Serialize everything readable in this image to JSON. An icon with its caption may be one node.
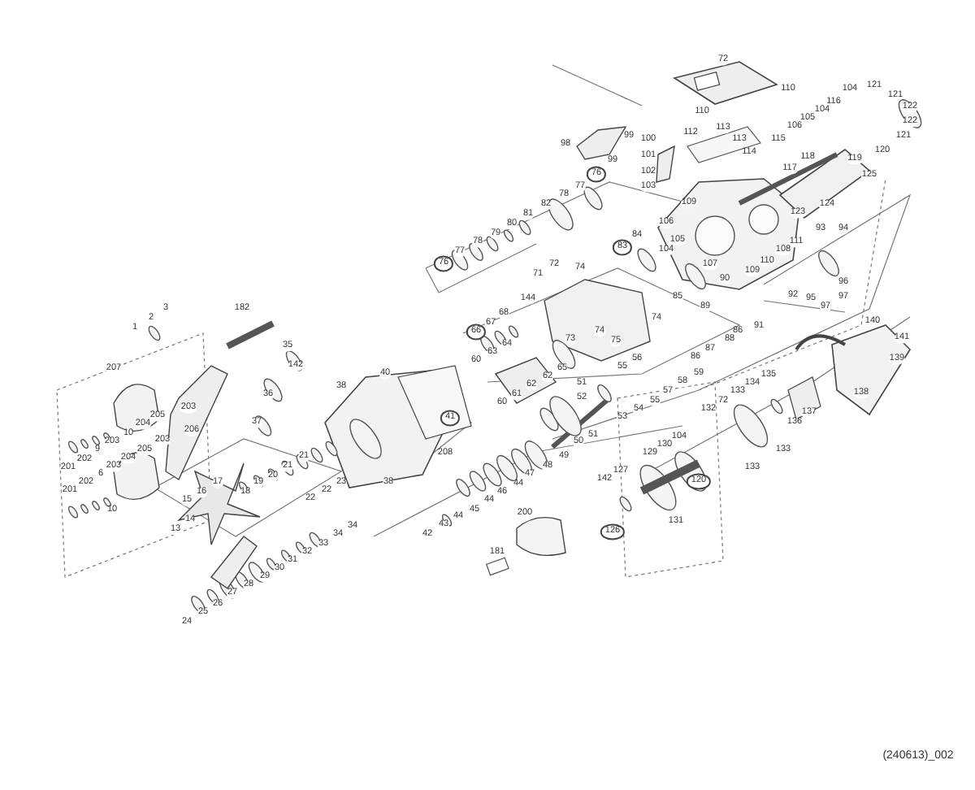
{
  "diagram": {
    "labels": [
      "72",
      "110",
      "110",
      "121",
      "121",
      "104",
      "116",
      "122",
      "104",
      "105",
      "122",
      "106",
      "121",
      "113",
      "112",
      "100",
      "99",
      "113",
      "115",
      "98",
      "120",
      "114",
      "101",
      "118",
      "119",
      "99",
      "117",
      "102",
      "76",
      "125",
      "77",
      "103",
      "78",
      "109",
      "124",
      "82",
      "123",
      "81",
      "106",
      "80",
      "93",
      "94",
      "79",
      "84",
      "105",
      "111",
      "78",
      "83",
      "104",
      "108",
      "77",
      "110",
      "76",
      "107",
      "72",
      "74",
      "109",
      "71",
      "90",
      "96",
      "92",
      "95",
      "97",
      "85",
      "144",
      "97",
      "182",
      "3",
      "89",
      "68",
      "2",
      "74",
      "140",
      "67",
      "91",
      "1",
      "66",
      "74",
      "86",
      "141",
      "73",
      "75",
      "88",
      "64",
      "35",
      "87",
      "63",
      "86",
      "56",
      "139",
      "60",
      "142",
      "55",
      "207",
      "65",
      "59",
      "40",
      "135",
      "62",
      "58",
      "134",
      "51",
      "62",
      "38",
      "57",
      "133",
      "138",
      "36",
      "61",
      "52",
      "55",
      "72",
      "60",
      "203",
      "54",
      "132",
      "137",
      "205",
      "53",
      "41",
      "37",
      "136",
      "204",
      "206",
      "10",
      "51",
      "104",
      "203",
      "203",
      "130",
      "205",
      "9",
      "129",
      "49",
      "133",
      "21",
      "204",
      "48",
      "202",
      "21",
      "201",
      "203",
      "133",
      "127",
      "47",
      "6",
      "20",
      "142",
      "120",
      "17",
      "19",
      "23",
      "38",
      "44",
      "202",
      "22",
      "201",
      "16",
      "18",
      "46",
      "22",
      "15",
      "44",
      "10",
      "45",
      "200",
      "14",
      "131",
      "44",
      "43",
      "34",
      "13",
      "126",
      "34",
      "42",
      "33",
      "181",
      "32",
      "31",
      "30",
      "29",
      "28",
      "27",
      "26",
      "25",
      "24",
      "50",
      "208",
      "(240613)_002"
    ]
  }
}
